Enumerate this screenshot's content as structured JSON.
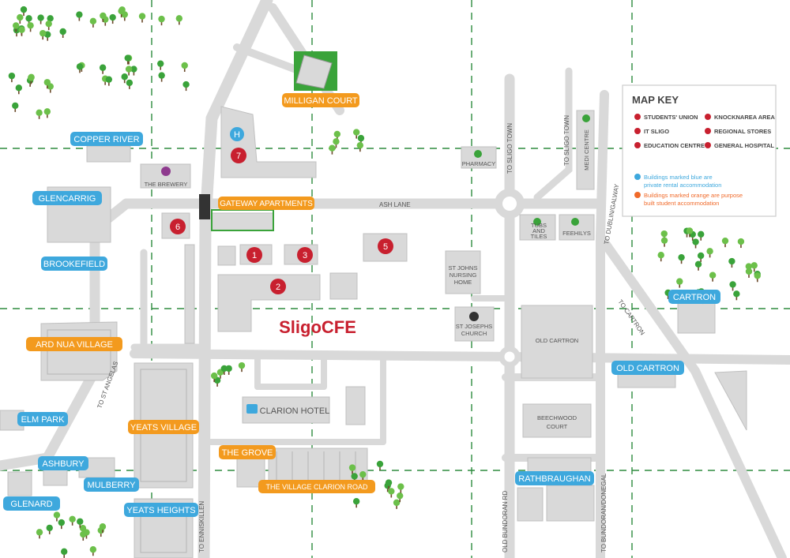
{
  "map": {
    "brand": "SligoCFE",
    "colors": {
      "blue": "#3ea8dd",
      "orange": "#f39a1e",
      "red": "#c8202f",
      "green": "#3aa33a",
      "road": "#d9d9d9",
      "building": "#d9d9d9",
      "grid": "#2e8b3e"
    },
    "key": {
      "title": "MAP KEY",
      "items": [
        "STUDENTS' UNION",
        "IT SLIGO",
        "EDUCATION CENTRE",
        "KNOCKNAREA AREA",
        "REGIONAL STORES",
        "GENERAL HOSPITAL"
      ],
      "blue_note_1": "Buildings marked blue are",
      "blue_note_2": "private rental accommodation",
      "orange_note_1": "Buildings marked orange are purpose",
      "orange_note_2": "built student accommodation"
    },
    "blue_labels": [
      "COPPER RIVER",
      "GLENCARRIG",
      "BROOKEFIELD",
      "ELM PARK",
      "ASHBURY",
      "MULBERRY",
      "GLENARD",
      "YEATS HEIGHTS",
      "CARTRON",
      "OLD CARTRON",
      "RATHBRAUGHAN"
    ],
    "orange_labels": [
      "MILLIGAN COURT",
      "GATEWAY APARTMENTS",
      "ARD NUA VILLAGE",
      "YEATS VILLAGE",
      "THE GROVE",
      "THE VILLAGE CLARION ROAD"
    ],
    "places": {
      "brewery": "THE BREWERY",
      "pharmacy": "PHARMACY",
      "tubs1": "TUBS",
      "tubs2": "AND",
      "tubs3": "TILES",
      "feehilys": "FEEHILYS",
      "medi": "MEDI CENTRE",
      "nursing1": "ST JOHNS",
      "nursing2": "NURSING",
      "nursing3": "HOME",
      "church1": "ST JOSEPHS",
      "church2": "CHURCH",
      "old_cartron": "OLD CARTRON",
      "beech1": "BEECHWOOD",
      "beech2": "COURT",
      "clarion": "CLARION HOTEL"
    },
    "roads": {
      "ash_lane": "ASH LANE",
      "to_sligo_1": "TO SLIGO TOWN",
      "to_sligo_2": "TO SLIGO TOWN",
      "to_dublin": "TO DUBLIN/GALWAY",
      "to_cartron": "TO CARTRON",
      "to_st_angelas": "TO ST ANGELAS",
      "to_enniskillen": "TO ENNISKILLEN",
      "old_bundoran": "OLD BUNDORAN RD",
      "to_bundoran": "TO BUNDORAN/DONEGAL"
    },
    "hospital_letter": "H",
    "markers": [
      "1",
      "2",
      "3",
      "5",
      "6",
      "7"
    ]
  }
}
